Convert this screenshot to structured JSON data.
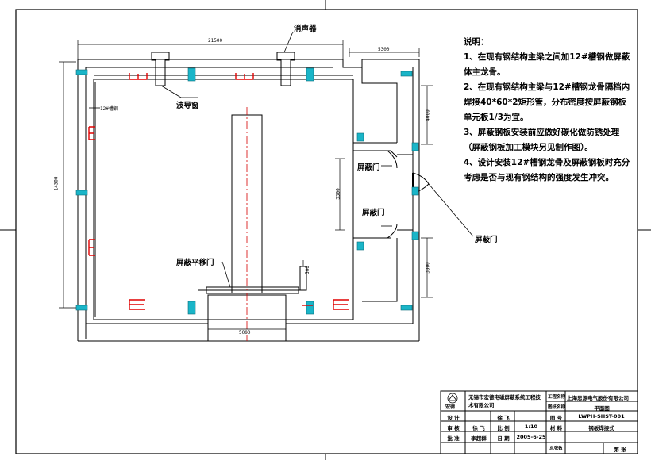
{
  "notes": {
    "heading": "说明：",
    "items": [
      "1、在现有钢结构主梁之间加12#槽钢做屏蔽体主龙骨。",
      "2、在现有钢结构主梁与12#槽钢龙骨隔档内焊接40*60*2矩形管，分布密度按屏蔽钢板单元板1/3为宜。",
      "3、屏蔽钢板安装前应做好碳化做防锈处理（屏蔽钢板加工模块另见制作图）。",
      "4、设计安装12#槽钢龙骨及屏蔽钢板时充分考虑是否与现有钢结构的强度发生冲突。"
    ]
  },
  "labels": {
    "muffler": "消声器",
    "waveguide_window": "波导窗",
    "shield_door_1": "屏蔽门",
    "shield_door_2": "屏蔽门",
    "shield_door_3": "屏蔽门",
    "sliding_door": "屏蔽平移门",
    "channel_note": "12#槽钢"
  },
  "dimensions": {
    "top_width": "21500",
    "right_width": "5300",
    "left_height": "14300",
    "bottom_width": "5000",
    "right_a": "4000",
    "right_b": "3300",
    "right_c": "3000",
    "small_a": "500"
  },
  "title_block": {
    "company_left": "无锡市宏德电磁屏蔽系统工程技术有限公司",
    "logo_text": "宏德",
    "project_label": "工程名称",
    "project_name": "上海思源电气股份有限公司",
    "drawing_label": "图纸名称",
    "drawing_name": "平面图",
    "design_label": "设 计",
    "design_name": "",
    "check_label": "审 核",
    "check_name": "徐 飞",
    "number_label": "图 号",
    "number_value": "LWPH-SHST-001",
    "scale_label": "比 例",
    "scale_value": "1:10",
    "material_label": "材 料",
    "material_value": "钢板焊接式",
    "approve_label": "批 准",
    "approve_name": "李超群",
    "date_label": "日 期",
    "date_value": "2005-6-25",
    "sheets_label": "总张数",
    "page_label": "第 张"
  },
  "colors": {
    "line": "#000000",
    "center_red": "#d40000",
    "steel_cyan": "#1ab5c8",
    "channel_red": "#e00000"
  }
}
